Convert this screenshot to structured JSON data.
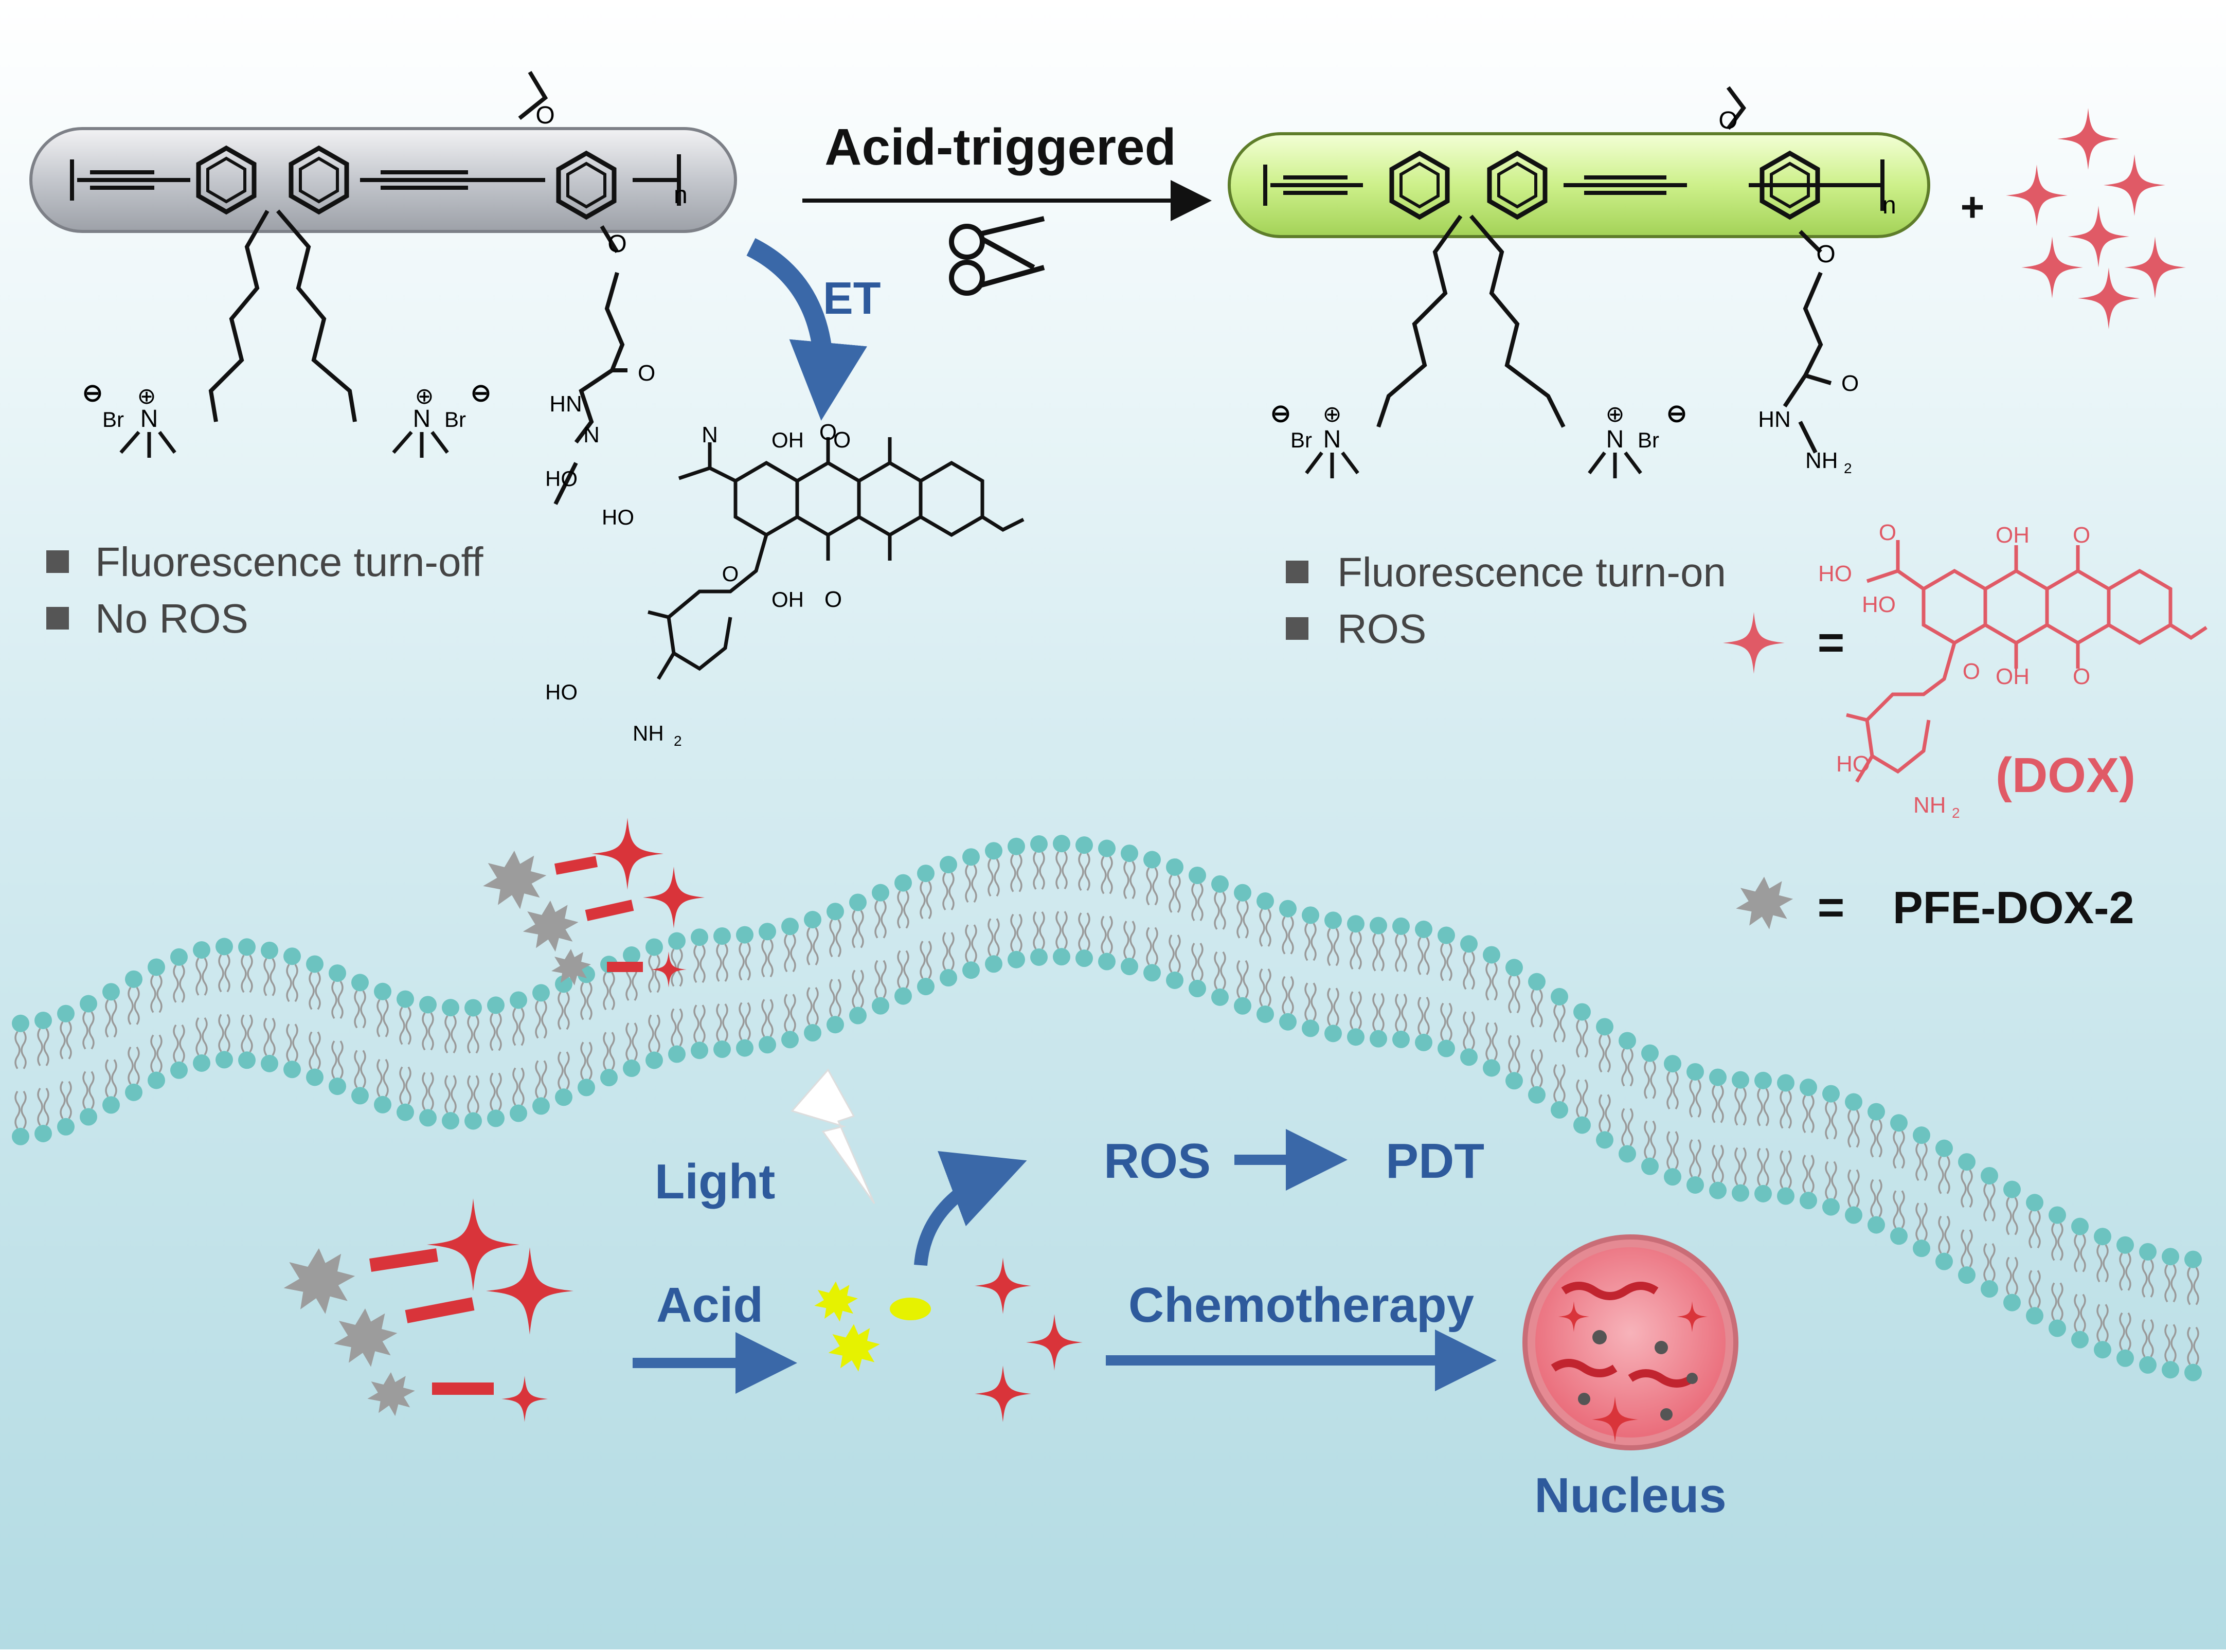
{
  "reaction": {
    "trigger_label": "Acid-triggered",
    "et_label": "ET",
    "plus_sign": "+",
    "repeat_unit_n": "n"
  },
  "chem_labels": {
    "methoxy_o": "O",
    "ether_o": "O",
    "hn": "HN",
    "n": "N",
    "nh2": "NH",
    "nh2_sub": "2",
    "carbonyl_o": "O",
    "oh": "OH",
    "ho": "HO",
    "br": "Br",
    "ammonium_n": "N"
  },
  "left_legend": {
    "items": [
      "Fluorescence turn-off",
      "No ROS"
    ]
  },
  "right_legend": {
    "items": [
      "Fluorescence turn-on",
      "ROS"
    ]
  },
  "dox_key": {
    "equals": "=",
    "label": "(DOX)",
    "color": "#e05a66"
  },
  "pfe_key": {
    "equals": "=",
    "label": "PFE-DOX-2"
  },
  "process": {
    "light": "Light",
    "acid": "Acid",
    "ros": "ROS",
    "pdt": "PDT",
    "chemotherapy": "Chemotherapy",
    "nucleus": "Nucleus"
  },
  "colors": {
    "label_blue": "#2e5a9c",
    "arrow_blue": "#3a68a8",
    "polymer_gray": "#c9ccd2",
    "polymer_green": "#d4f59a",
    "star_red": "#d9343a",
    "gray_blob": "#9c9c9c",
    "yellow_blob": "#e6f200",
    "lipid_head": "#6cc3c0",
    "nucleus_pink": "#f28a95"
  }
}
